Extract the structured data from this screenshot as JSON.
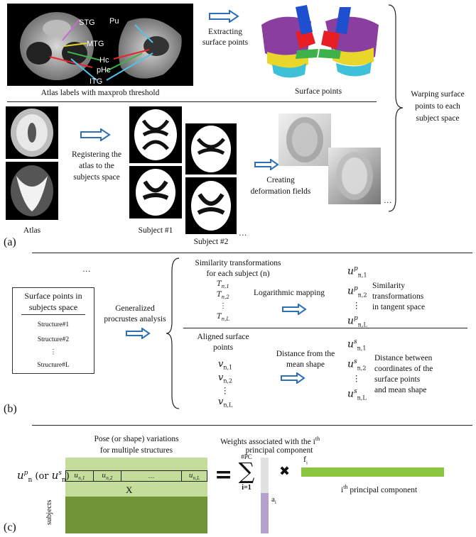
{
  "panel_a": {
    "label": "(a)",
    "atlas_labels": [
      "STG",
      "MTG",
      "Hc",
      "pHc",
      "ITG",
      "Pu"
    ],
    "atlas_caption": "Atlas labels with maxprob threshold",
    "extract_text": [
      "Extracting",
      "surface points"
    ],
    "surface_caption": "Surface points",
    "warp_text": [
      "Warping surface",
      "points to each",
      "subject space"
    ],
    "register_text": [
      "Registering the",
      "atlas to the",
      "subjects space"
    ],
    "deform_text": [
      "Creating",
      "deformation fields"
    ],
    "atlas_label": "Atlas",
    "subject1": "Subject #1",
    "subject2": "Subject #2",
    "ellipsis": "…"
  },
  "panel_b": {
    "label": "(b)",
    "ellipsis": "…",
    "box_title": [
      "Surface points in",
      "subjects space"
    ],
    "structures": [
      "Structure#1",
      "Structure#2",
      "⋮",
      "Structure#L"
    ],
    "gpa": [
      "Generalized",
      "procrustes analysis"
    ],
    "sim_title": [
      "Similarity transformations",
      "for each subject (n)"
    ],
    "T_items": [
      "T",
      "T",
      "⋮",
      "T"
    ],
    "T_subs": [
      "n,1",
      "n,2",
      "",
      "n,L"
    ],
    "log_map": "Logarithmic mapping",
    "u_sym": "u",
    "up_subs": [
      "n,1",
      "n,2",
      "",
      "n,L"
    ],
    "up_sup": "p",
    "us_sup": "s",
    "sim_tangent": [
      "Similarity",
      "transformations",
      "in tangent space"
    ],
    "aligned": [
      "Aligned surface",
      "points"
    ],
    "v_sym": "v",
    "dist_mean": [
      "Distance from the",
      "mean shape"
    ],
    "dist_between": [
      "Distance between",
      "coordinates of the",
      "surface points",
      "and mean shape"
    ]
  },
  "panel_c": {
    "label": "(c)",
    "pose_title": [
      "Pose (or shape) variations",
      "for multiple structures"
    ],
    "weights_title": [
      "Weights associated with the i",
      "principal component"
    ],
    "weights_sup": "th",
    "row_label": "u",
    "row_cells": [
      "u",
      "u",
      "…",
      "u"
    ],
    "row_subs": [
      "n,1",
      "n,2",
      "",
      "n,L"
    ],
    "subjects": "subjects",
    "X": "X",
    "sum_top": "#PC",
    "sum_bottom": "i=1",
    "a_i": "a",
    "f_i": "f",
    "pc_label": [
      "i",
      "principal component"
    ],
    "colors": {
      "light_green": "#c5dd9b",
      "dark_green": "#6e9436",
      "bar_green": "#8cc63f",
      "lavender": "#b79fcf",
      "gray": "#e1e1e1"
    }
  }
}
